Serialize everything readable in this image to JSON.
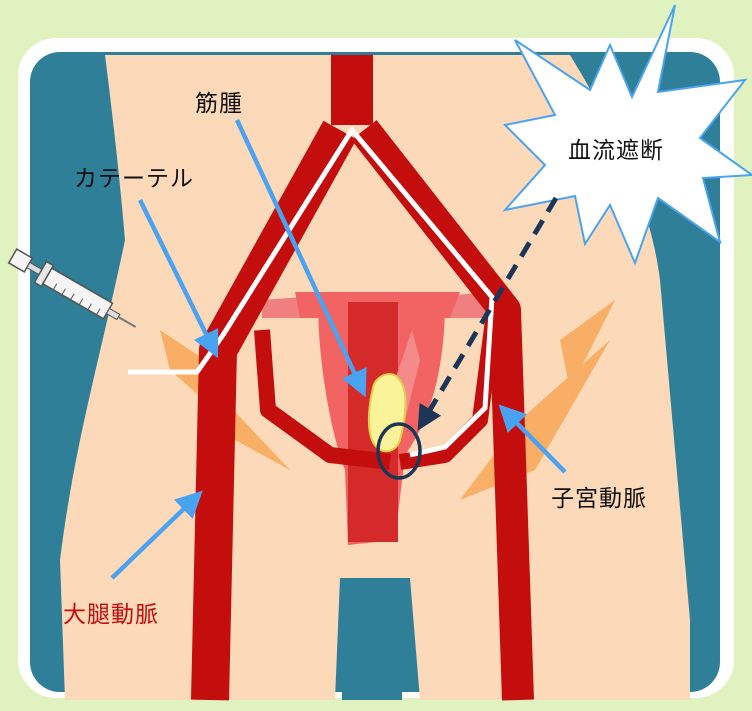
{
  "labels": {
    "myoma": "筋腫",
    "catheter": "カテーテル",
    "blood_flow_block": "血流遮断",
    "uterine_artery": "子宮動脈",
    "femoral_artery": "大腿動脈"
  },
  "colors": {
    "page_background": "#dff2bf",
    "frame_background": "#2e7f97",
    "skin": "#fcd9b8",
    "artery": "#c40d0d",
    "uterus": "#f26464",
    "myoma": "#fbf39a",
    "pointer_arrow": "#4aa3f0",
    "block_arrow": "#1d3557",
    "femoral_label": "#c40d0d",
    "glow": "#f8a04a"
  },
  "icons": {
    "syringe": "syringe-icon",
    "starburst": "starburst-icon"
  }
}
